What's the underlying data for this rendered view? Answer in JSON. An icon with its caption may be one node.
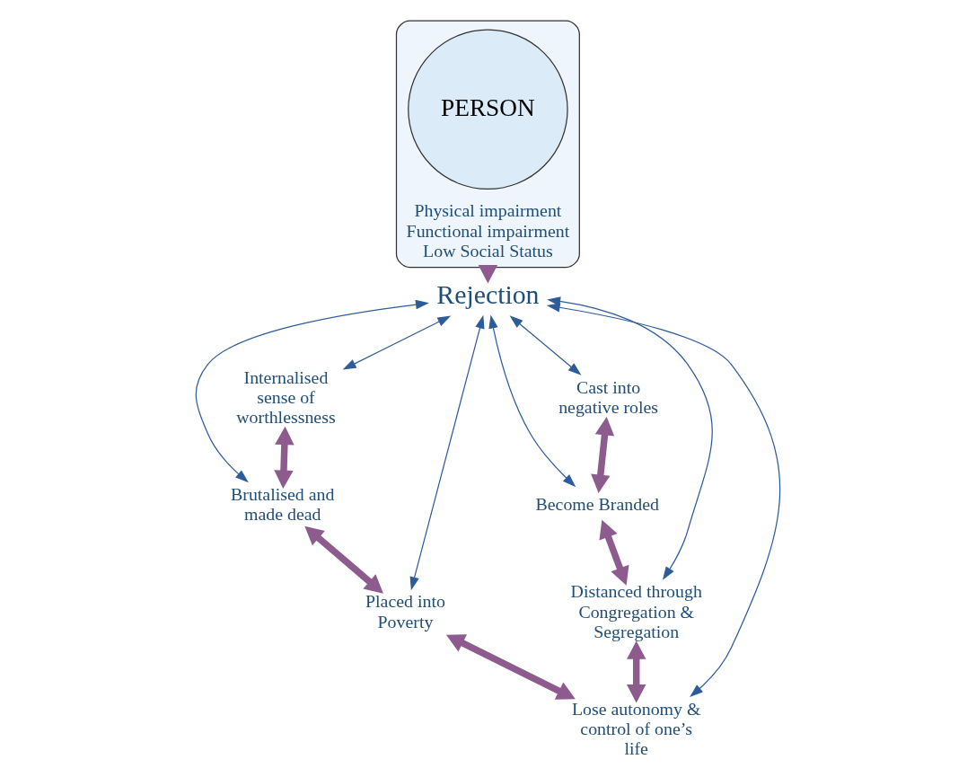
{
  "diagram": {
    "nodes": [
      {
        "text": [
          "Physical impairment",
          "Functional impairment",
          "Low Social Status"
        ]
      },
      {
        "text": [
          "PERSON"
        ],
        "in": 0
      },
      {
        "text": [
          "Rejection"
        ]
      },
      {
        "text": [
          "Internalised sense of worthlessness"
        ]
      },
      {
        "text": [
          "Cast into negative roles"
        ]
      },
      {
        "text": [
          "Brutalised and made dead"
        ]
      },
      {
        "text": [
          "Become Branded"
        ]
      },
      {
        "text": [
          "Placed into Poverty"
        ]
      },
      {
        "text": [
          "Lose autonomy & control of one’s life"
        ]
      },
      {
        "text": [
          "Distanced through",
          "Congregation & Segregation"
        ]
      }
    ],
    "edges": [
      {
        "from": 0,
        "to": 2,
        "arrow": "to",
        "style": "thick",
        "color": "#8e5b8f"
      },
      {
        "from": 2,
        "to": 3,
        "arrow": "both"
      },
      {
        "from": 2,
        "to": 4,
        "arrow": "both"
      },
      {
        "from": 2,
        "to": 5,
        "arrow": "both"
      },
      {
        "from": 2,
        "to": 6,
        "arrow": "both"
      },
      {
        "from": 2,
        "to": 7,
        "arrow": "both"
      },
      {
        "from": 2,
        "to": 8,
        "arrow": "both"
      },
      {
        "from": 2,
        "to": 9,
        "arrow": "both"
      },
      {
        "from": 3,
        "to": 5,
        "arrow": "both",
        "style": "thick",
        "color": "#8e5b8f"
      },
      {
        "from": 4,
        "to": 6,
        "arrow": "both",
        "style": "thick",
        "color": "#8e5b8f"
      },
      {
        "from": 5,
        "to": 7,
        "arrow": "both",
        "style": "thick",
        "color": "#8e5b8f"
      },
      {
        "from": 7,
        "to": 8,
        "arrow": "both",
        "style": "thick",
        "color": "#8e5b8f"
      },
      {
        "from": 6,
        "to": 9,
        "arrow": "both",
        "style": "thick",
        "color": "#8e5b8f"
      },
      {
        "from": 9,
        "to": 8,
        "arrow": "both",
        "style": "thick",
        "color": "#8e5b8f"
      }
    ]
  }
}
